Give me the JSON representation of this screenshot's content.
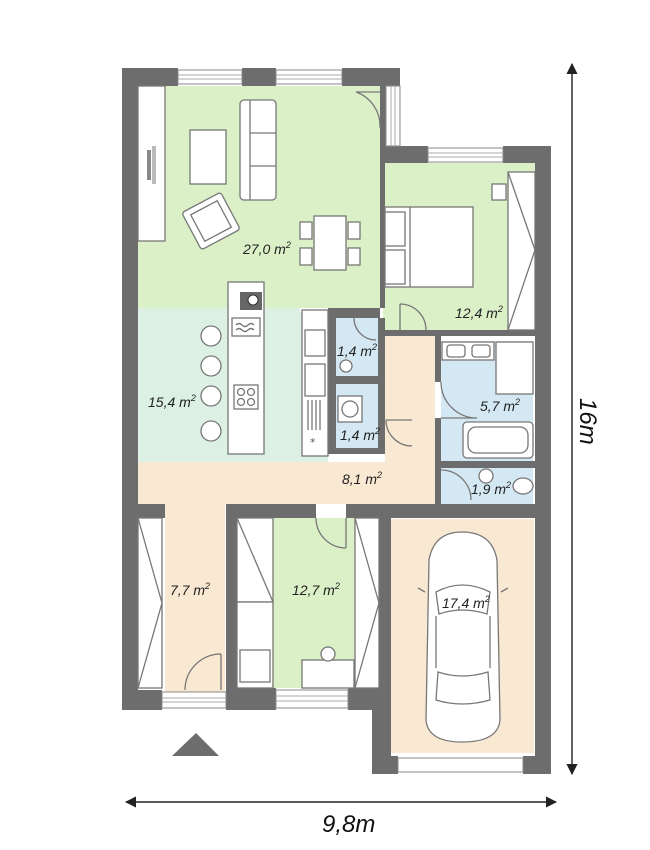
{
  "colors": {
    "living": "#dcf0c8",
    "kitchen": "#dcf0e4",
    "hall": "#f9e8d2",
    "bath": "#d4e8f4",
    "wall": "#6d6d6d",
    "floor_white": "#ffffff"
  },
  "rooms": [
    {
      "id": "living",
      "area": "27,0",
      "unit": "m",
      "exp": "2"
    },
    {
      "id": "kitchen",
      "area": "15,4",
      "unit": "m",
      "exp": "2"
    },
    {
      "id": "bedroom-main",
      "area": "12,4",
      "unit": "m",
      "exp": "2"
    },
    {
      "id": "wc-top",
      "area": "1,4",
      "unit": "m",
      "exp": "2"
    },
    {
      "id": "utility",
      "area": "1,4",
      "unit": "m",
      "exp": "2"
    },
    {
      "id": "bathroom",
      "area": "5,7",
      "unit": "m",
      "exp": "2"
    },
    {
      "id": "hall",
      "area": "8,1",
      "unit": "m",
      "exp": "2"
    },
    {
      "id": "wc-small",
      "area": "1,9",
      "unit": "m",
      "exp": "2"
    },
    {
      "id": "entrance",
      "area": "7,7",
      "unit": "m",
      "exp": "2"
    },
    {
      "id": "bedroom-2",
      "area": "12,7",
      "unit": "m",
      "exp": "2"
    },
    {
      "id": "garage",
      "area": "17,4",
      "unit": "m",
      "exp": "2"
    }
  ],
  "dimensions": {
    "width": "9,8m",
    "height": "16m"
  }
}
